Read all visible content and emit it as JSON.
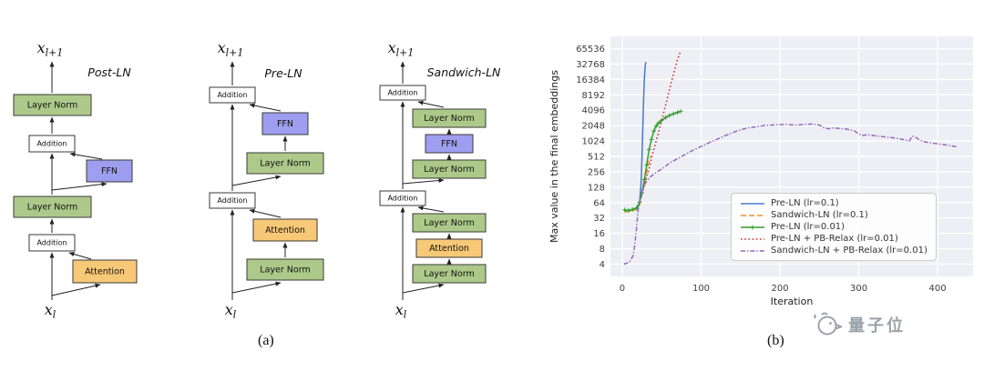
{
  "figure": {
    "panel_a_label": "(a)",
    "panel_b_label": "(b)"
  },
  "panel_a": {
    "box_labels": {
      "layer_norm": "Layer Norm",
      "addition": "Addition",
      "ffn": "FFN",
      "attention": "Attention"
    },
    "var": {
      "base": "x",
      "sub_out": "l+1",
      "sub_in": "l"
    },
    "diagrams": [
      {
        "title": "Post-LN"
      },
      {
        "title": "Pre-LN"
      },
      {
        "title": "Sandwich-LN"
      }
    ],
    "colors": {
      "layer_norm": "#adc98a",
      "ffn": "#9e9ef0",
      "attention": "#f7c877",
      "addition": "#ffffff"
    }
  },
  "chart_data": {
    "type": "line",
    "title": "",
    "xlabel": "Iteration",
    "ylabel": "Max value in the final embeddings",
    "x_ticks": [
      0,
      100,
      200,
      300,
      400
    ],
    "y_ticks": [
      4,
      8,
      16,
      32,
      64,
      128,
      256,
      512,
      1024,
      2048,
      4096,
      8192,
      16384,
      32768,
      65536
    ],
    "y_scale": "log2",
    "xlim": [
      -15,
      445
    ],
    "ylim_log2": [
      1.2,
      16.8
    ],
    "grid": true,
    "legend_position": "lower right",
    "series": [
      {
        "name": "Pre-LN (lr=0.1)",
        "color": "#4878cf",
        "style": "solid",
        "marker": null,
        "points": [
          [
            3,
            44
          ],
          [
            8,
            44
          ],
          [
            13,
            46
          ],
          [
            17,
            48
          ],
          [
            20,
            52
          ],
          [
            22,
            65
          ],
          [
            24,
            160
          ],
          [
            25,
            500
          ],
          [
            26,
            1800
          ],
          [
            27,
            6000
          ],
          [
            28,
            16000
          ],
          [
            29,
            30000
          ],
          [
            30,
            36000
          ]
        ]
      },
      {
        "name": "Sandwich-LN (lr=0.1)",
        "color": "#ff8c1a",
        "style": "dashed",
        "marker": null,
        "points": [
          [
            3,
            42
          ],
          [
            8,
            43
          ],
          [
            13,
            45
          ],
          [
            18,
            47
          ],
          [
            22,
            58
          ],
          [
            25,
            90
          ],
          [
            28,
            150
          ],
          [
            31,
            260
          ],
          [
            33,
            380
          ],
          [
            35,
            480
          ],
          [
            37,
            520
          ]
        ]
      },
      {
        "name": "Pre-LN (lr=0.01)",
        "color": "#2ca02c",
        "style": "solid",
        "marker": "plus",
        "points": [
          [
            3,
            46
          ],
          [
            8,
            45
          ],
          [
            13,
            47
          ],
          [
            18,
            50
          ],
          [
            22,
            65
          ],
          [
            25,
            100
          ],
          [
            28,
            180
          ],
          [
            31,
            350
          ],
          [
            34,
            700
          ],
          [
            37,
            1100
          ],
          [
            40,
            1600
          ],
          [
            43,
            2000
          ],
          [
            46,
            2300
          ],
          [
            50,
            2600
          ],
          [
            55,
            2950
          ],
          [
            60,
            3250
          ],
          [
            65,
            3500
          ],
          [
            70,
            3700
          ],
          [
            74,
            3900
          ]
        ]
      },
      {
        "name": "Pre-LN + PB-Relax (lr=0.01)",
        "color": "#d62728",
        "style": "dotted",
        "marker": null,
        "points": [
          [
            26,
            110
          ],
          [
            30,
            180
          ],
          [
            34,
            300
          ],
          [
            38,
            550
          ],
          [
            42,
            900
          ],
          [
            46,
            1500
          ],
          [
            50,
            2600
          ],
          [
            54,
            4500
          ],
          [
            58,
            8000
          ],
          [
            62,
            14000
          ],
          [
            66,
            24000
          ],
          [
            70,
            40000
          ],
          [
            74,
            58000
          ]
        ]
      },
      {
        "name": "Sandwich-LN + PB-Relax (lr=0.01)",
        "color": "#9467bd",
        "style": "dashdot",
        "marker": null,
        "points": [
          [
            2,
            4
          ],
          [
            6,
            4.2
          ],
          [
            10,
            4.6
          ],
          [
            14,
            6
          ],
          [
            16,
            10
          ],
          [
            18,
            20
          ],
          [
            20,
            45
          ],
          [
            23,
            80
          ],
          [
            26,
            120
          ],
          [
            30,
            160
          ],
          [
            35,
            200
          ],
          [
            40,
            230
          ],
          [
            45,
            260
          ],
          [
            50,
            290
          ],
          [
            55,
            330
          ],
          [
            60,
            380
          ],
          [
            70,
            460
          ],
          [
            80,
            560
          ],
          [
            90,
            680
          ],
          [
            100,
            800
          ],
          [
            110,
            950
          ],
          [
            120,
            1100
          ],
          [
            130,
            1300
          ],
          [
            140,
            1500
          ],
          [
            150,
            1700
          ],
          [
            160,
            1850
          ],
          [
            170,
            1950
          ],
          [
            180,
            2050
          ],
          [
            190,
            2100
          ],
          [
            200,
            2150
          ],
          [
            210,
            2150
          ],
          [
            220,
            2100
          ],
          [
            230,
            2150
          ],
          [
            240,
            2200
          ],
          [
            250,
            2100
          ],
          [
            256,
            1850
          ],
          [
            262,
            1780
          ],
          [
            268,
            1850
          ],
          [
            275,
            1800
          ],
          [
            285,
            1750
          ],
          [
            295,
            1600
          ],
          [
            300,
            1400
          ],
          [
            305,
            1320
          ],
          [
            312,
            1360
          ],
          [
            320,
            1300
          ],
          [
            330,
            1250
          ],
          [
            340,
            1200
          ],
          [
            350,
            1150
          ],
          [
            358,
            1080
          ],
          [
            364,
            1020
          ],
          [
            368,
            1280
          ],
          [
            372,
            1220
          ],
          [
            376,
            1100
          ],
          [
            382,
            1000
          ],
          [
            390,
            950
          ],
          [
            400,
            900
          ],
          [
            410,
            860
          ],
          [
            418,
            820
          ],
          [
            425,
            790
          ]
        ]
      }
    ]
  },
  "watermark": {
    "text": "量子位"
  }
}
